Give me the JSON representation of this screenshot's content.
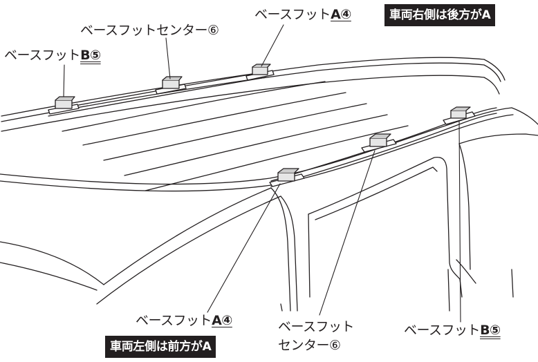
{
  "labels": {
    "base_foot_b_top_left": {
      "text": "ベースフット",
      "code": "B⑤"
    },
    "base_foot_center_top": {
      "text": "ベースフットセンター⑥"
    },
    "base_foot_a_top_right": {
      "text": "ベースフット",
      "code": "A④"
    },
    "base_foot_a_bottom_left": {
      "text": "ベースフット",
      "code": "A④"
    },
    "base_foot_center_bottom": {
      "line1": "ベースフット",
      "line2": "センター⑥"
    },
    "base_foot_b_bottom_right": {
      "text": "ベースフット",
      "code": "B⑤"
    }
  },
  "badges": {
    "right_side_note": "車両右側は後方がA",
    "left_side_note": "車両左側は前方がA"
  },
  "colors": {
    "ink": "#231f20",
    "badge_bg": "#231f20",
    "badge_text": "#ffffff",
    "background": "#ffffff"
  }
}
